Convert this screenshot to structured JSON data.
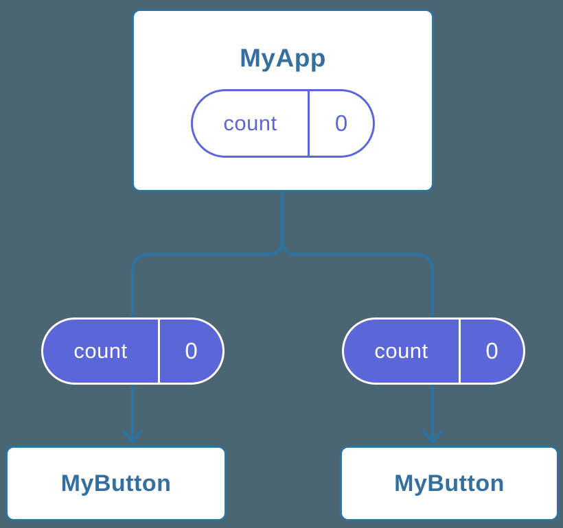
{
  "colors": {
    "background": "#4B6672",
    "connector": "#2D73A2",
    "node_border": "#2D73A2",
    "node_fill": "#FFFFFF",
    "node_title": "#346F9E",
    "pill_purple": "#5B66D7",
    "pill_light_text": "#FFFFFF"
  },
  "tree": {
    "root": {
      "name": "MyApp",
      "state": {
        "label": "count",
        "value": "0"
      }
    },
    "children": [
      {
        "name": "MyButton",
        "prop": {
          "label": "count",
          "value": "0"
        }
      },
      {
        "name": "MyButton",
        "prop": {
          "label": "count",
          "value": "0"
        }
      }
    ]
  }
}
